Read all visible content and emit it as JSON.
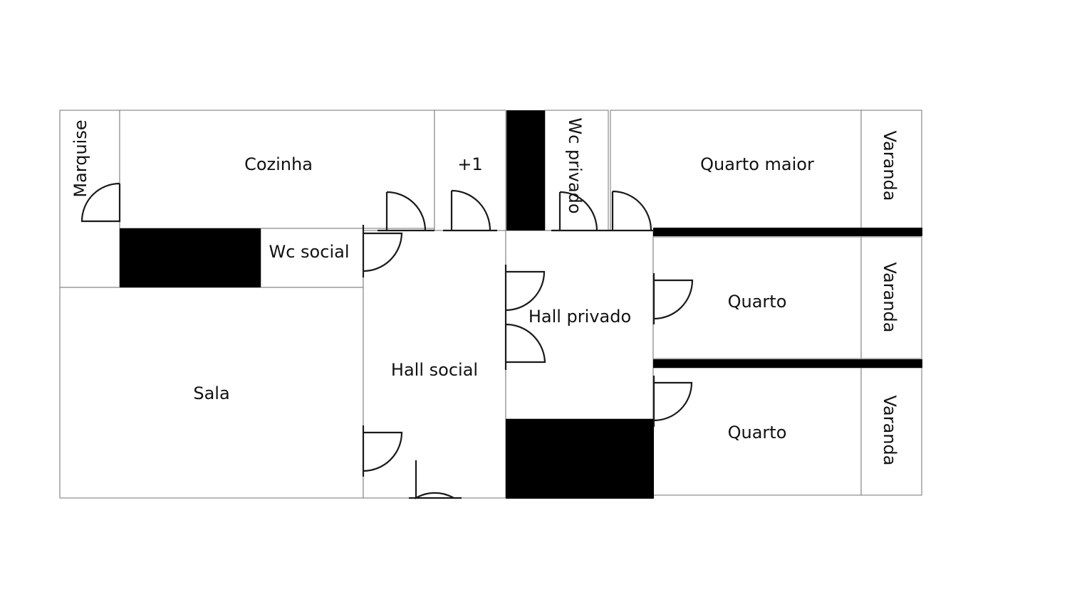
{
  "title": "Planta baixa do apartamento",
  "rooms": {
    "marquise": "Marquise",
    "cozinha": "Cozinha",
    "plus_one": "+1",
    "wc_privado": "Wc privado",
    "quarto_maior": "Quarto maior",
    "varanda_1": "Varanda",
    "wc_social": "Wc social",
    "sala": "Sala",
    "hall_social": "Hall social",
    "hall_privado": "Hall privado",
    "quarto_1": "Quarto",
    "varanda_2": "Varanda",
    "quarto_2": "Quarto",
    "varanda_3": "Varanda"
  }
}
